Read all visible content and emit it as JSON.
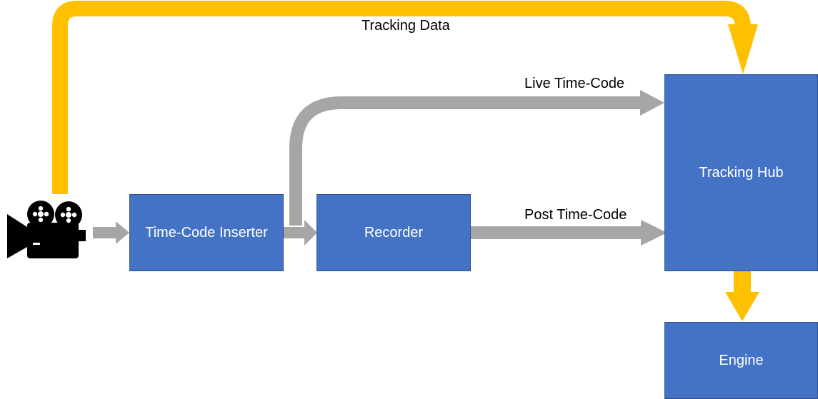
{
  "colors": {
    "box_fill": "#4472c4",
    "box_border": "#2f528f",
    "tracking_arrow": "#ffc000",
    "video_arrow": "#a6a6a6",
    "camera": "#000000"
  },
  "icons": {
    "source": "video-camera-icon"
  },
  "nodes": {
    "timecode_inserter": "Time-Code Inserter",
    "recorder": "Recorder",
    "tracking_hub": "Tracking Hub",
    "engine": "Engine"
  },
  "edges": {
    "tracking_data": "Tracking Data",
    "live_timecode": "Live Time-Code",
    "post_timecode": "Post Time-Code"
  }
}
